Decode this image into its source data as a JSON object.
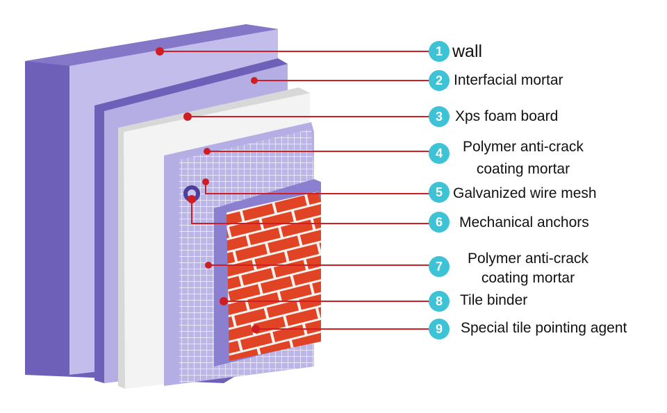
{
  "colors": {
    "leader_line": "#d01c23",
    "badge": "#3ec3d6",
    "wall": "#6e60b8",
    "mortar_layer": "#b4aee4",
    "foam_board": "#f3f3f3",
    "brick": "#e14424"
  },
  "layers": [
    {
      "number": "1",
      "label": "wall"
    },
    {
      "number": "2",
      "label": "Interfacial mortar"
    },
    {
      "number": "3",
      "label": "Xps foam board"
    },
    {
      "number": "4",
      "label_line1": "Polymer anti-crack",
      "label_line2": "coating mortar"
    },
    {
      "number": "5",
      "label": "Galvanized wire mesh"
    },
    {
      "number": "6",
      "label": "Mechanical anchors"
    },
    {
      "number": "7",
      "label_line1": "Polymer anti-crack",
      "label_line2": "coating mortar"
    },
    {
      "number": "8",
      "label": "Tile binder"
    },
    {
      "number": "9",
      "label": "Special tile pointing agent"
    }
  ]
}
